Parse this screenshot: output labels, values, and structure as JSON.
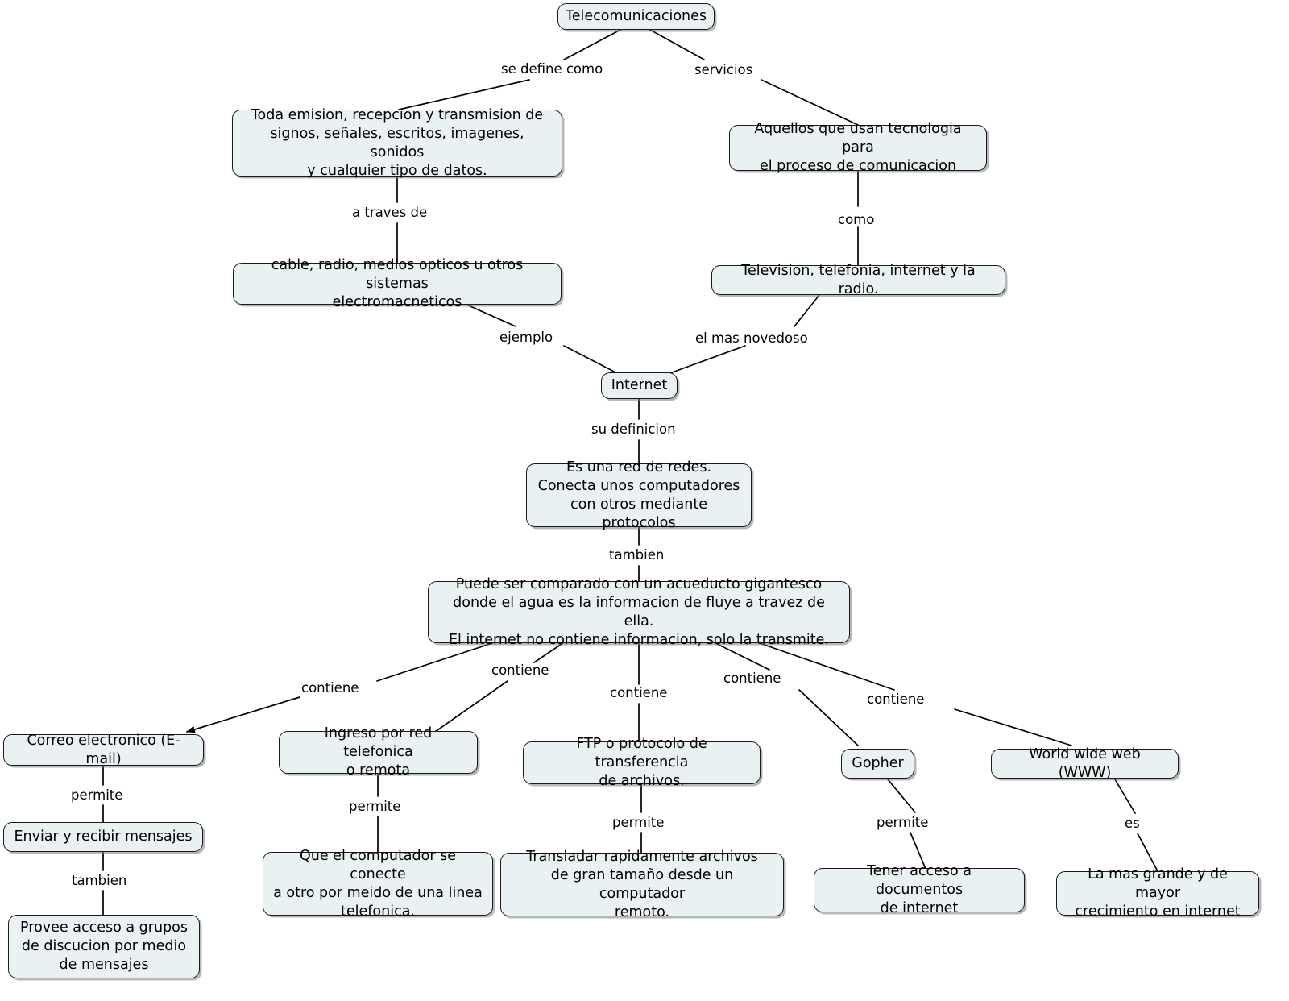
{
  "diagram": {
    "title": "Telecomunicaciones",
    "type": "concept-map",
    "language": "es",
    "style": {
      "node_fill": "#eaf1f2",
      "node_border": "#1a1a1a",
      "node_shadow": "#787d80",
      "edge_color": "#000000",
      "background": "#ffffff",
      "text_color": "#000000"
    },
    "nodes": [
      {
        "id": "telecomunicaciones",
        "label": "Telecomunicaciones"
      },
      {
        "id": "definicion",
        "label": "Toda emision, recepcion y transmision de\nsignos, señales, escritos, imagenes, sonidos\ny cualquier tipo de datos."
      },
      {
        "id": "servicios",
        "label": "Aquellos que usan tecnologia para\nel proceso de comunicacion"
      },
      {
        "id": "medios",
        "label": "cable, radio, medios opticos u otros sistemas\nelectromacneticos"
      },
      {
        "id": "television",
        "label": "Television, telefonia, internet y la radio."
      },
      {
        "id": "internet",
        "label": "Internet"
      },
      {
        "id": "red-de-redes",
        "label": "Es una red de redes.\nConecta unos computadores\ncon otros mediante protocolos"
      },
      {
        "id": "acueducto",
        "label": "Puede ser comparado con un acueducto gigantesco\ndonde el agua es la informacion de fluye a travez de ella.\nEl internet no contiene informacion, solo la transmite."
      },
      {
        "id": "correo",
        "label": "Correo electronico (E-mail)"
      },
      {
        "id": "ingreso-red",
        "label": "Ingreso por red telefonica\no remota"
      },
      {
        "id": "ftp",
        "label": "FTP o protocolo de transferencia\nde archivos."
      },
      {
        "id": "gopher",
        "label": "Gopher"
      },
      {
        "id": "www",
        "label": "World wide web (WWW)"
      },
      {
        "id": "enviar-recibir",
        "label": "Enviar y recibir mensajes"
      },
      {
        "id": "grupos-discusion",
        "label": "Provee acceso a grupos\nde discucion por medio\nde mensajes"
      },
      {
        "id": "conectar-linea",
        "label": "Que el computador se conecte\na otro por meido de una linea\ntelefonica."
      },
      {
        "id": "trasladar",
        "label": "Transladar rapidamente archivos\nde gran tamaño desde un computador\nremoto."
      },
      {
        "id": "documentos",
        "label": "Tener acceso a documentos\nde internet"
      },
      {
        "id": "mas-grande",
        "label": "La mas grande y de mayor\ncrecimiento en internet"
      }
    ],
    "edges": [
      {
        "from": "telecomunicaciones",
        "to": "definicion",
        "label": "se define como"
      },
      {
        "from": "telecomunicaciones",
        "to": "servicios",
        "label": "servicios"
      },
      {
        "from": "definicion",
        "to": "medios",
        "label": "a traves de"
      },
      {
        "from": "servicios",
        "to": "television",
        "label": "como"
      },
      {
        "from": "medios",
        "to": "internet",
        "label": "ejemplo"
      },
      {
        "from": "television",
        "to": "internet",
        "label": "el mas novedoso"
      },
      {
        "from": "internet",
        "to": "red-de-redes",
        "label": "su definicion"
      },
      {
        "from": "red-de-redes",
        "to": "acueducto",
        "label": "tambien"
      },
      {
        "from": "acueducto",
        "to": "correo",
        "label": "contiene"
      },
      {
        "from": "acueducto",
        "to": "ingreso-red",
        "label": "contiene"
      },
      {
        "from": "acueducto",
        "to": "ftp",
        "label": "contiene"
      },
      {
        "from": "acueducto",
        "to": "gopher",
        "label": "contiene"
      },
      {
        "from": "acueducto",
        "to": "www",
        "label": "contiene"
      },
      {
        "from": "correo",
        "to": "enviar-recibir",
        "label": "permite"
      },
      {
        "from": "enviar-recibir",
        "to": "grupos-discusion",
        "label": "tambien"
      },
      {
        "from": "ingreso-red",
        "to": "conectar-linea",
        "label": "permite"
      },
      {
        "from": "ftp",
        "to": "trasladar",
        "label": "permite"
      },
      {
        "from": "gopher",
        "to": "documentos",
        "label": "permite"
      },
      {
        "from": "www",
        "to": "mas-grande",
        "label": "es"
      }
    ]
  }
}
